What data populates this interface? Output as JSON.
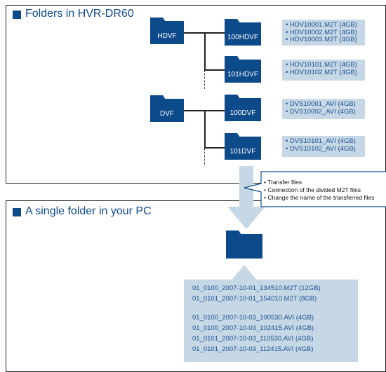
{
  "top_panel": {
    "title": "Folders in HVR-DR60",
    "groups": [
      {
        "parent": "HDVF",
        "children": [
          {
            "name": "100HDVF",
            "files": [
              "HDV10001.M2T (4GB)",
              "HDV10002.M2T (4GB)",
              "HDV10003.M2T (4GB)"
            ]
          },
          {
            "name": "101HDVF",
            "files": [
              "HDV10101.M2T (4GB)",
              "HDV10102.M2T (4GB)"
            ]
          }
        ]
      },
      {
        "parent": "DVF",
        "children": [
          {
            "name": "100DVF",
            "files": [
              "DVS10001_AVI (4GB)",
              "DVS10002_AVI (4GB)"
            ]
          },
          {
            "name": "101DVF",
            "files": [
              "DVS10101_AVI (4GB)",
              "DVS10102_AVI (4GB)"
            ]
          }
        ]
      }
    ]
  },
  "transfer_callout": [
    "Transfer files",
    "Connection of the divided M2T files",
    "Change the name of the transferred files"
  ],
  "bottom_panel": {
    "title": "A single folder in your PC",
    "m2t_files": [
      "01_0100_2007-10-01_134510.M2T (12GB)",
      "01_0101_2007-10-01_154010.M2T (8GB)"
    ],
    "avi_files": [
      "01_0100_2007-10-03_100530.AVI (4GB)",
      "01_0100_2007-10-03_102415.AVI (4GB)",
      "01_0101_2007-10-03_110530.AVI (4GB)",
      "01_0101_2007-10-03_112415.AVI (4GB)"
    ]
  },
  "colors": {
    "folder_blue": "#0d4a8a",
    "file_box_bg": "#c6d8e6",
    "arrow_gray": "#c6d8e6"
  }
}
